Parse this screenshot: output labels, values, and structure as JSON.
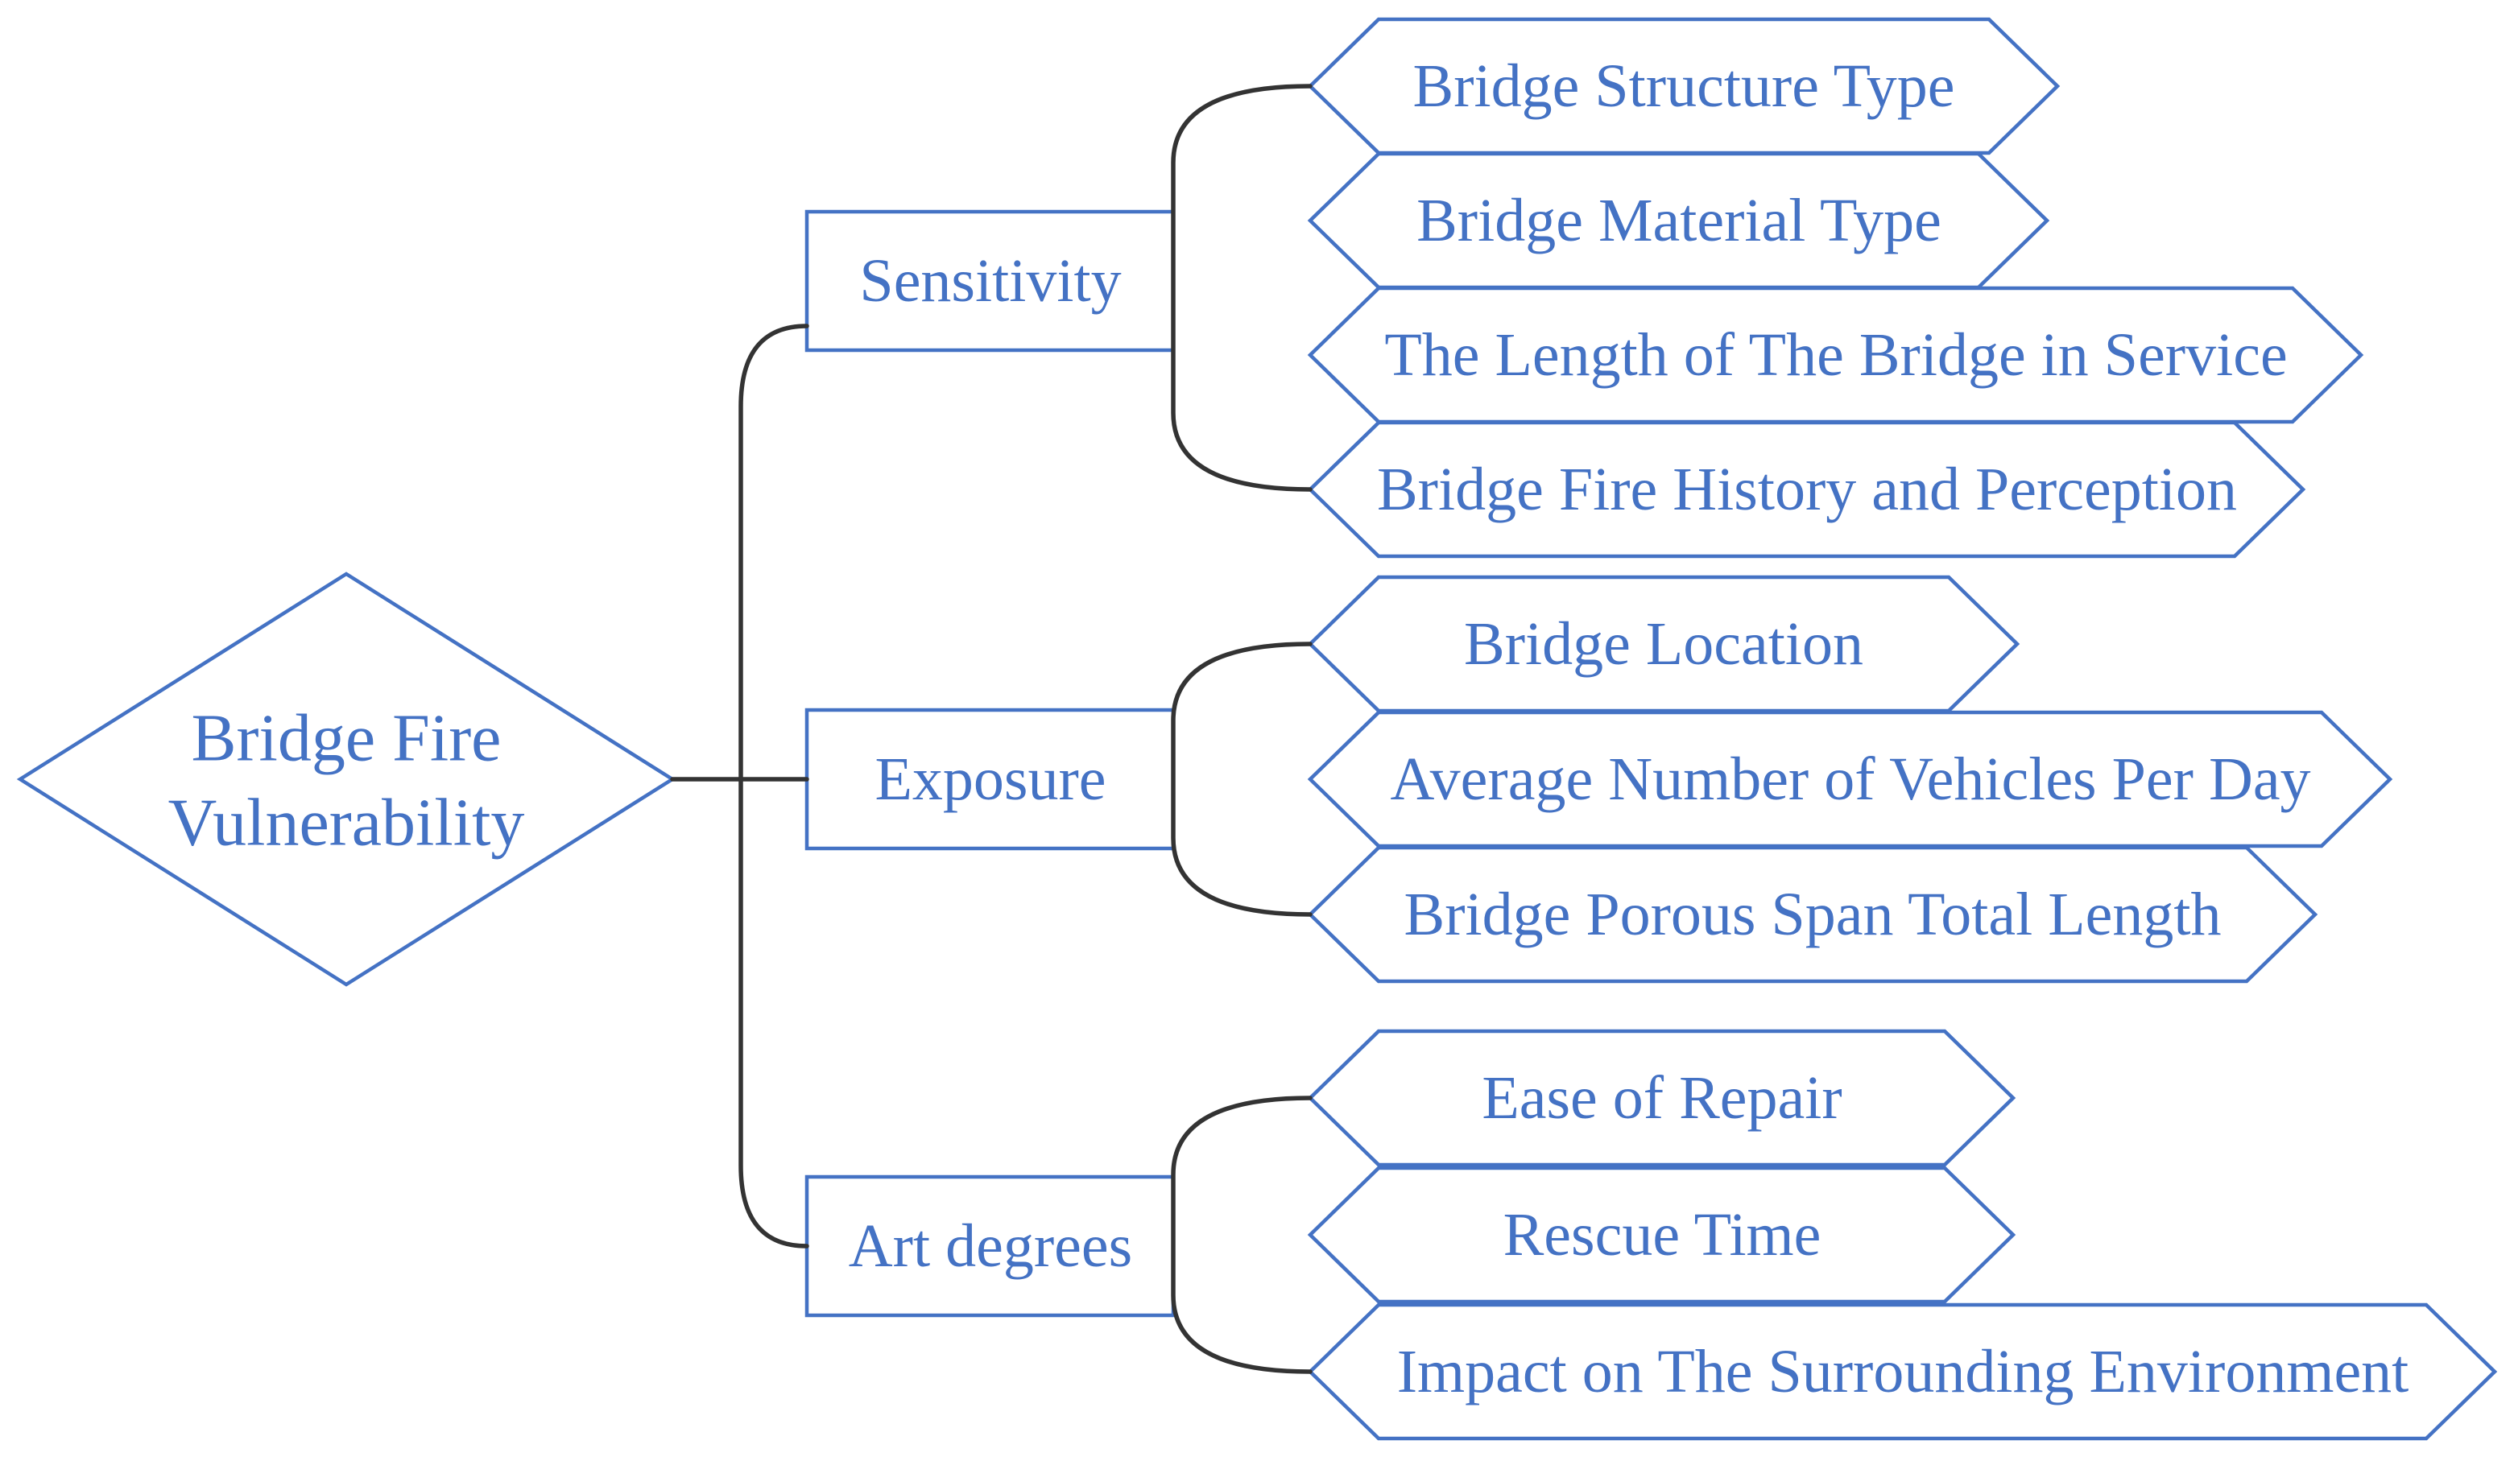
{
  "colors": {
    "node_border": "#4472C4",
    "node_text": "#4472C4",
    "node_fill": "#FFFFFF",
    "connector": "#333333",
    "background": "#FFFFFF"
  },
  "root": {
    "shape": "diamond",
    "label": "Bridge Fire Vulnerability",
    "label_lines": [
      "Bridge Fire",
      "Vulnerability"
    ]
  },
  "groups": [
    {
      "label": "Sensitivity",
      "children": [
        "Bridge Structure Type",
        "Bridge Material Type",
        "The Length of The Bridge in Service",
        "Bridge Fire History and Perception"
      ]
    },
    {
      "label": "Exposure",
      "children": [
        "Bridge Location",
        "Average Number of Vehicles Per Day",
        "Bridge Porous Span Total Length"
      ]
    },
    {
      "label": "Art degrees",
      "children": [
        "Ease of Repair",
        "Rescue Time",
        "Impact on The Surrounding Environment"
      ]
    }
  ]
}
